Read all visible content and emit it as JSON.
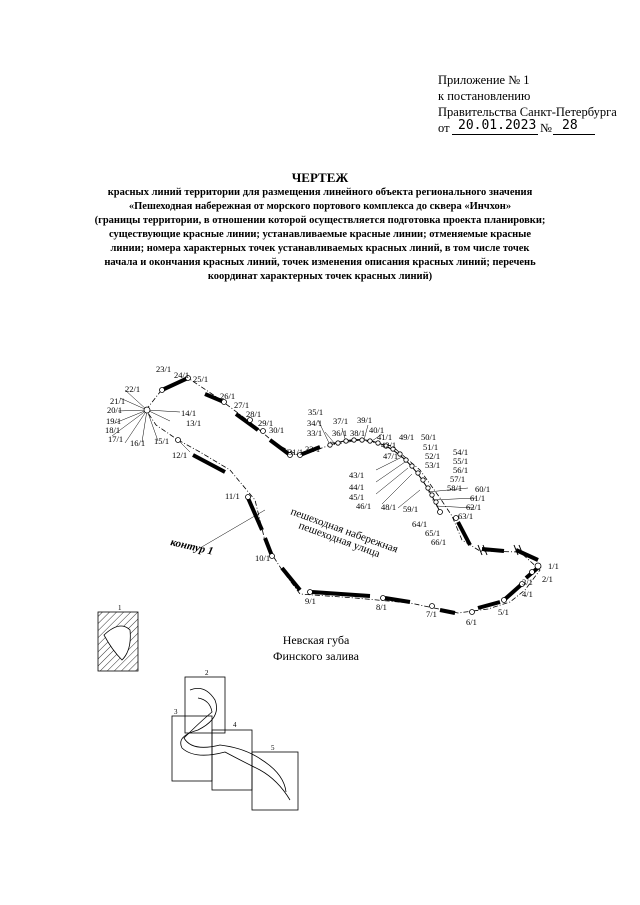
{
  "header": {
    "line1": "Приложение № 1",
    "line2": "к постановлению",
    "line3": "Правительства Санкт-Петербурга",
    "date_prefix": "от",
    "date": "20.01.2023",
    "number_prefix": "№",
    "number": "28"
  },
  "title": "ЧЕРТЕЖ",
  "subtitle_lines": [
    "красных линий территории для размещения линейного объекта регионального значения",
    "«Пешеходная набережная от морского портового комплекса до сквера «Инчхон»",
    "(границы территории, в отношении которой осуществляется подготовка проекта планировки;",
    "существующие красные линии; устанавливаемые красные линии; отменяемые красные",
    "линии; номера характерных точек устанавливаемых красных линий, в том числе точек",
    "начала и окончания красных линий, точек изменения описания красных линий; перечень",
    "координат характерных точек красных линий)"
  ],
  "map": {
    "contour_label": "контур 1",
    "area_label_1": "пешеходная набережная",
    "area_label_2": "пешеходная улица",
    "water_label_1": "Невская губа",
    "water_label_2": "Финского залива",
    "points": [
      "1/1",
      "2/1",
      "3/1",
      "4/1",
      "5/1",
      "6/1",
      "7/1",
      "8/1",
      "9/1",
      "10/1",
      "11/1",
      "12/1",
      "13/1",
      "14/1",
      "15/1",
      "16/1",
      "17/1",
      "18/1",
      "19/1",
      "20/1",
      "21/1",
      "22/1",
      "23/1",
      "24/1",
      "25/1",
      "26/1",
      "27/1",
      "28/1",
      "29/1",
      "30/1",
      "31/1",
      "32/1",
      "33/1",
      "34/1",
      "35/1",
      "36/1",
      "37/1",
      "38/1",
      "39/1",
      "40/1",
      "41/1",
      "42/1",
      "43/1",
      "44/1",
      "45/1",
      "46/1",
      "47/1",
      "48/1",
      "49/1",
      "50/1",
      "51/1",
      "52/1",
      "53/1",
      "54/1",
      "55/1",
      "56/1",
      "57/1",
      "58/1",
      "59/1",
      "60/1",
      "61/1",
      "62/1",
      "63/1",
      "64/1",
      "65/1",
      "66/1"
    ]
  },
  "index_sheets": [
    "1",
    "2",
    "3",
    "4",
    "5"
  ]
}
